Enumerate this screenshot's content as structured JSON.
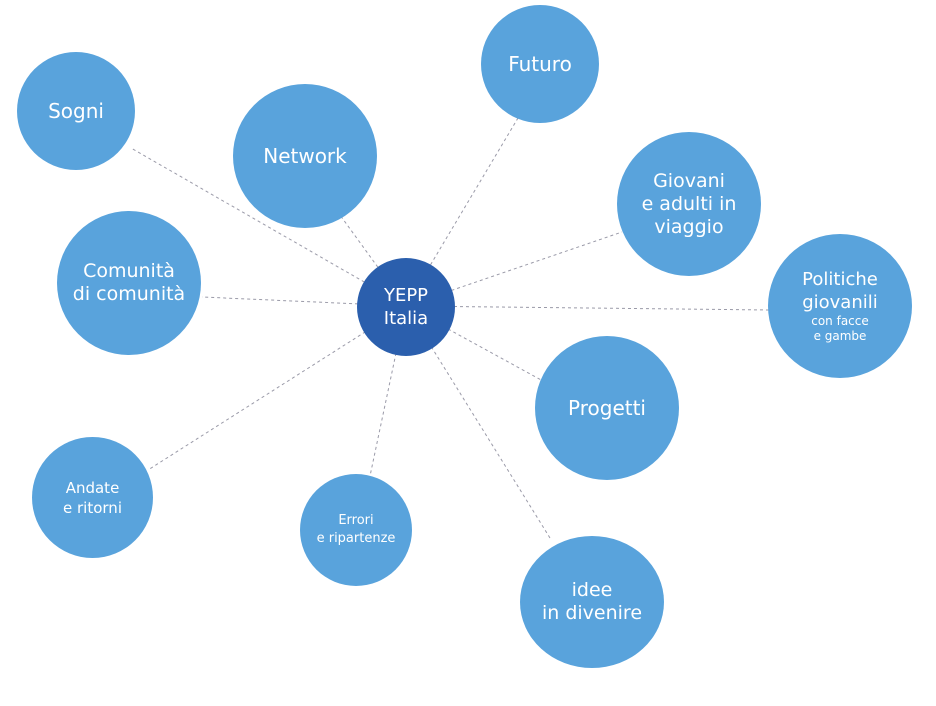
{
  "diagram": {
    "center": {
      "lines": [
        "YEPP",
        "Italia"
      ],
      "color": "#2b5fad"
    },
    "node_color": "#59a3dc",
    "link_color": "#9a9aa8",
    "nodes": [
      {
        "id": "sogni",
        "lines": [
          "Sogni"
        ],
        "sub": []
      },
      {
        "id": "network",
        "lines": [
          "Network"
        ],
        "sub": []
      },
      {
        "id": "futuro",
        "lines": [
          "Futuro"
        ],
        "sub": []
      },
      {
        "id": "giovani",
        "lines": [
          "Giovani",
          "e adulti in",
          "viaggio"
        ],
        "sub": []
      },
      {
        "id": "comunita",
        "lines": [
          "Comunità",
          "di comunità"
        ],
        "sub": []
      },
      {
        "id": "politiche",
        "lines": [
          "Politiche",
          "giovanili"
        ],
        "sub": [
          "con facce",
          "e gambe"
        ]
      },
      {
        "id": "progetti",
        "lines": [
          "Progetti"
        ],
        "sub": []
      },
      {
        "id": "andate",
        "lines": [
          "Andate",
          "e ritorni"
        ],
        "sub": []
      },
      {
        "id": "errori",
        "lines": [
          "Errori",
          "e ripartenze"
        ],
        "sub": []
      },
      {
        "id": "idee",
        "lines": [
          "idee",
          "in divenire"
        ],
        "sub": []
      }
    ]
  }
}
